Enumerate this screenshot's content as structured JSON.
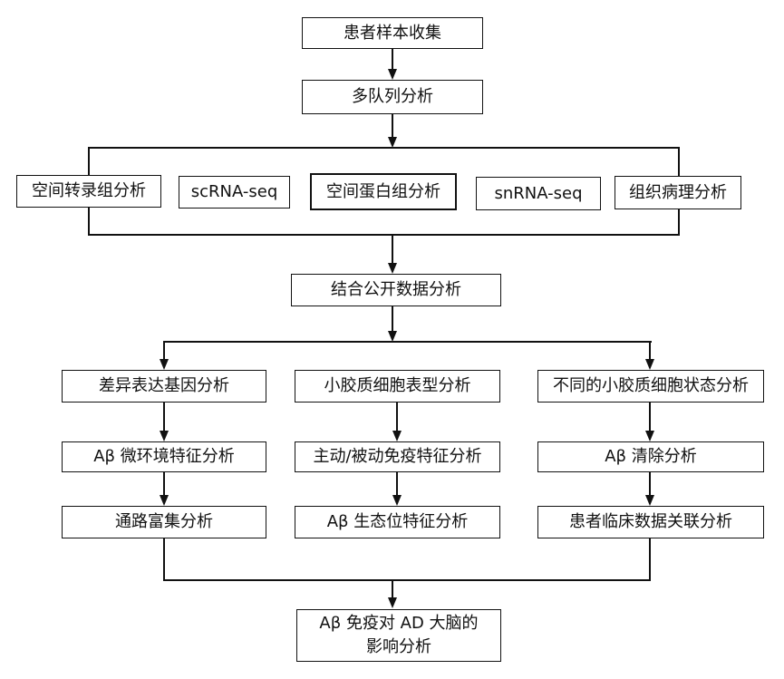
{
  "diagram": {
    "type": "flowchart",
    "background_color": "#ffffff",
    "line_color": "#111111",
    "box_fill": "#ffffff"
  },
  "nodes": {
    "patient_sample": {
      "label": "患者样本收集"
    },
    "multi_cohort": {
      "label": "多队列分析"
    },
    "spatial_transcriptomics": {
      "label": "空间转录组分析"
    },
    "scrna_seq": {
      "label": "scRNA-seq"
    },
    "spatial_proteomics": {
      "label": "空间蛋白组分析"
    },
    "snrna_seq": {
      "label": "snRNA-seq"
    },
    "histopathology": {
      "label": "组织病理分析"
    },
    "public_data": {
      "label": "结合公开数据分析"
    },
    "deg": {
      "label": "差异表达基因分析"
    },
    "abeta_microenv": {
      "label": "Aβ 微环境特征分析"
    },
    "pathway": {
      "label": "通路富集分析"
    },
    "microglia_phenotype": {
      "label": "小胶质细胞表型分析"
    },
    "active_passive": {
      "label": "主动/被动免疫特征分析"
    },
    "abeta_niche": {
      "label": "Aβ 生态位特征分析"
    },
    "microglia_states": {
      "label": "不同的小胶质细胞状态分析"
    },
    "abeta_clearance": {
      "label": "Aβ 清除分析"
    },
    "clinical": {
      "label": "患者临床数据关联分析"
    },
    "impact": {
      "line1": "Aβ 免疫对 AD 大脑的",
      "line2": "影响分析"
    }
  },
  "edges": [
    {
      "from": "patient_sample",
      "to": "multi_cohort"
    },
    {
      "from": "multi_cohort",
      "to": "spatial_transcriptomics"
    },
    {
      "from": "multi_cohort",
      "to": "scrna_seq"
    },
    {
      "from": "multi_cohort",
      "to": "spatial_proteomics"
    },
    {
      "from": "multi_cohort",
      "to": "snrna_seq"
    },
    {
      "from": "multi_cohort",
      "to": "histopathology"
    },
    {
      "from": "spatial_transcriptomics",
      "to": "public_data"
    },
    {
      "from": "scrna_seq",
      "to": "public_data"
    },
    {
      "from": "spatial_proteomics",
      "to": "public_data"
    },
    {
      "from": "snrna_seq",
      "to": "public_data"
    },
    {
      "from": "histopathology",
      "to": "public_data"
    },
    {
      "from": "public_data",
      "to": "deg"
    },
    {
      "from": "public_data",
      "to": "microglia_phenotype"
    },
    {
      "from": "public_data",
      "to": "microglia_states"
    },
    {
      "from": "deg",
      "to": "abeta_microenv"
    },
    {
      "from": "abeta_microenv",
      "to": "pathway"
    },
    {
      "from": "microglia_phenotype",
      "to": "active_passive"
    },
    {
      "from": "active_passive",
      "to": "abeta_niche"
    },
    {
      "from": "microglia_states",
      "to": "abeta_clearance"
    },
    {
      "from": "abeta_clearance",
      "to": "clinical"
    },
    {
      "from": "pathway",
      "to": "impact"
    },
    {
      "from": "abeta_niche",
      "to": "impact"
    },
    {
      "from": "clinical",
      "to": "impact"
    }
  ]
}
